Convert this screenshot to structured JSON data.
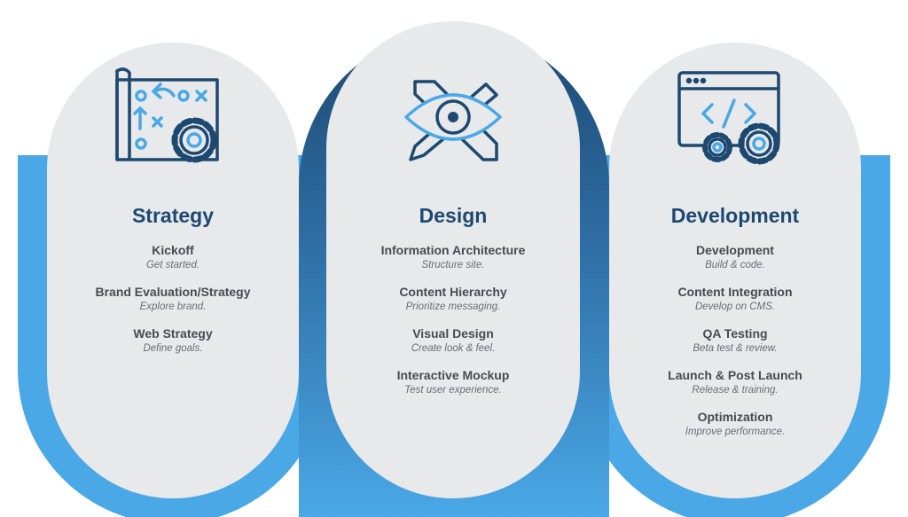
{
  "columns": [
    {
      "title": "Strategy",
      "icon": "strategy-map-gear-icon",
      "items": [
        {
          "title": "Kickoff",
          "desc": "Get started."
        },
        {
          "title": "Brand Evaluation/Strategy",
          "desc": "Explore brand."
        },
        {
          "title": "Web Strategy",
          "desc": "Define goals."
        }
      ]
    },
    {
      "title": "Design",
      "icon": "eye-ruler-pencil-icon",
      "items": [
        {
          "title": "Information Architecture",
          "desc": "Structure site."
        },
        {
          "title": "Content Hierarchy",
          "desc": "Prioritize messaging."
        },
        {
          "title": "Visual Design",
          "desc": "Create look & feel."
        },
        {
          "title": "Interactive Mockup",
          "desc": "Test user experience."
        }
      ]
    },
    {
      "title": "Development",
      "icon": "code-window-gears-icon",
      "items": [
        {
          "title": "Development",
          "desc": "Build & code."
        },
        {
          "title": "Content Integration",
          "desc": "Develop on CMS."
        },
        {
          "title": "QA Testing",
          "desc": "Beta test & review."
        },
        {
          "title": "Launch & Post Launch",
          "desc": "Release & training."
        },
        {
          "title": "Optimization",
          "desc": "Improve performance."
        }
      ]
    }
  ],
  "colors": {
    "light_blue": "#4aa8e6",
    "dark_blue": "#1d4971",
    "pill_gray": "#e8e9eb",
    "text_gray": "#4a4a4f"
  }
}
